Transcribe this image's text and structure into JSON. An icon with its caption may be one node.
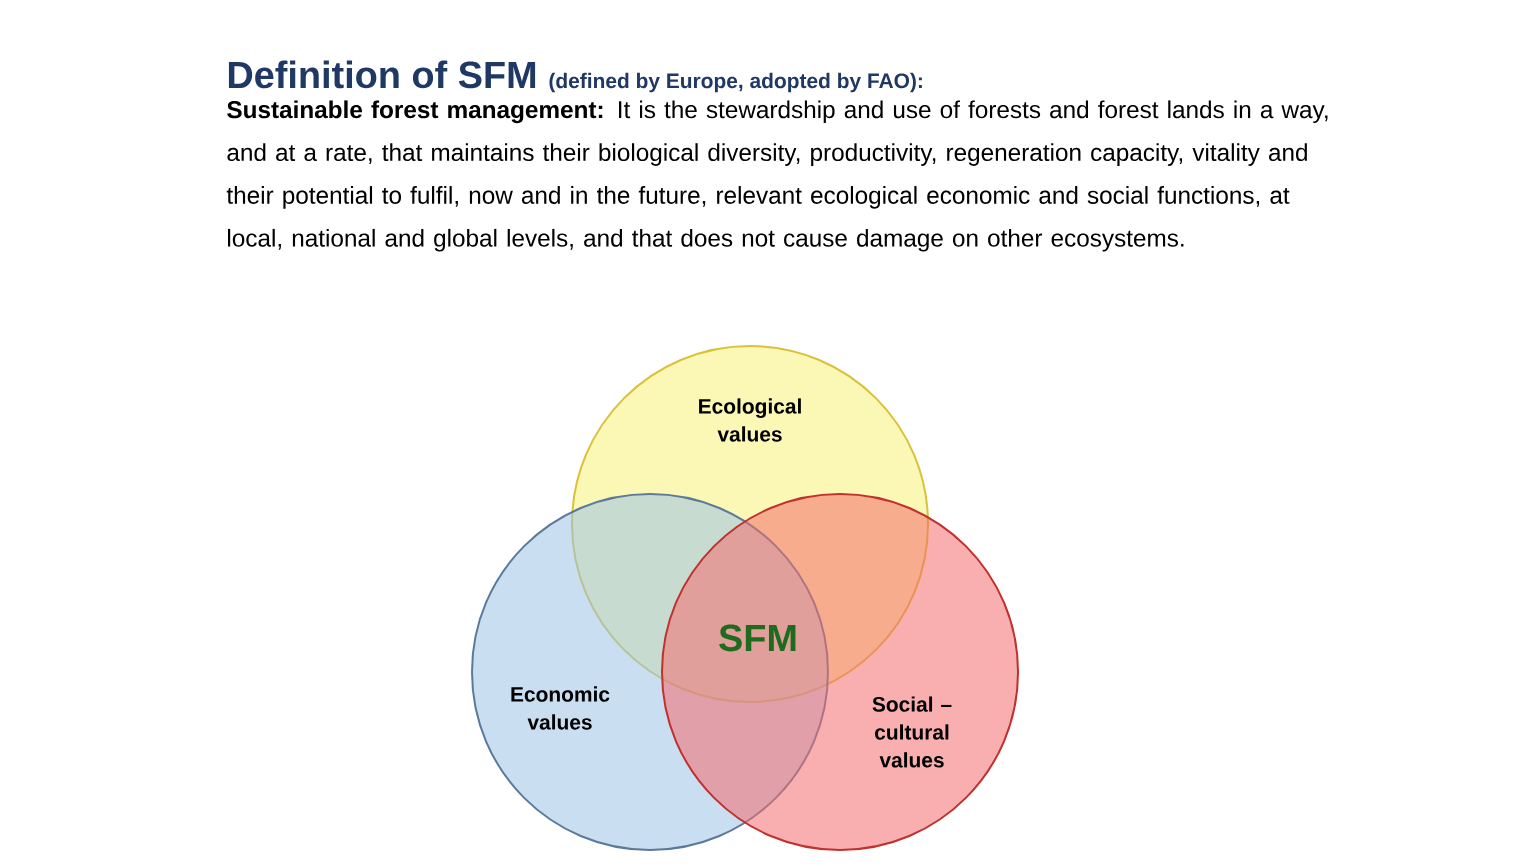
{
  "diagram": {
    "title": "Definition of SFM",
    "nodes": [
      {
        "text": [
          "Ecological values"
        ]
      },
      {
        "text": [
          "Economic values"
        ]
      },
      {
        "text": [
          "Social – cultural values"
        ]
      }
    ],
    "edges": [],
    "labels": [
      "(defined by Europe, adopted by FAO):",
      "**Sustainable forest management:** It is the stewardship and use of forests and forest lands in a way, and at a rate, that maintains their biological diversity, productivity, regeneration capacity, vitality and their potential to fulfil, now and in the future, relevant ecological economic and social functions, at local, national and global levels, and that does not cause damage on other ecosystems.",
      "SFM"
    ]
  }
}
